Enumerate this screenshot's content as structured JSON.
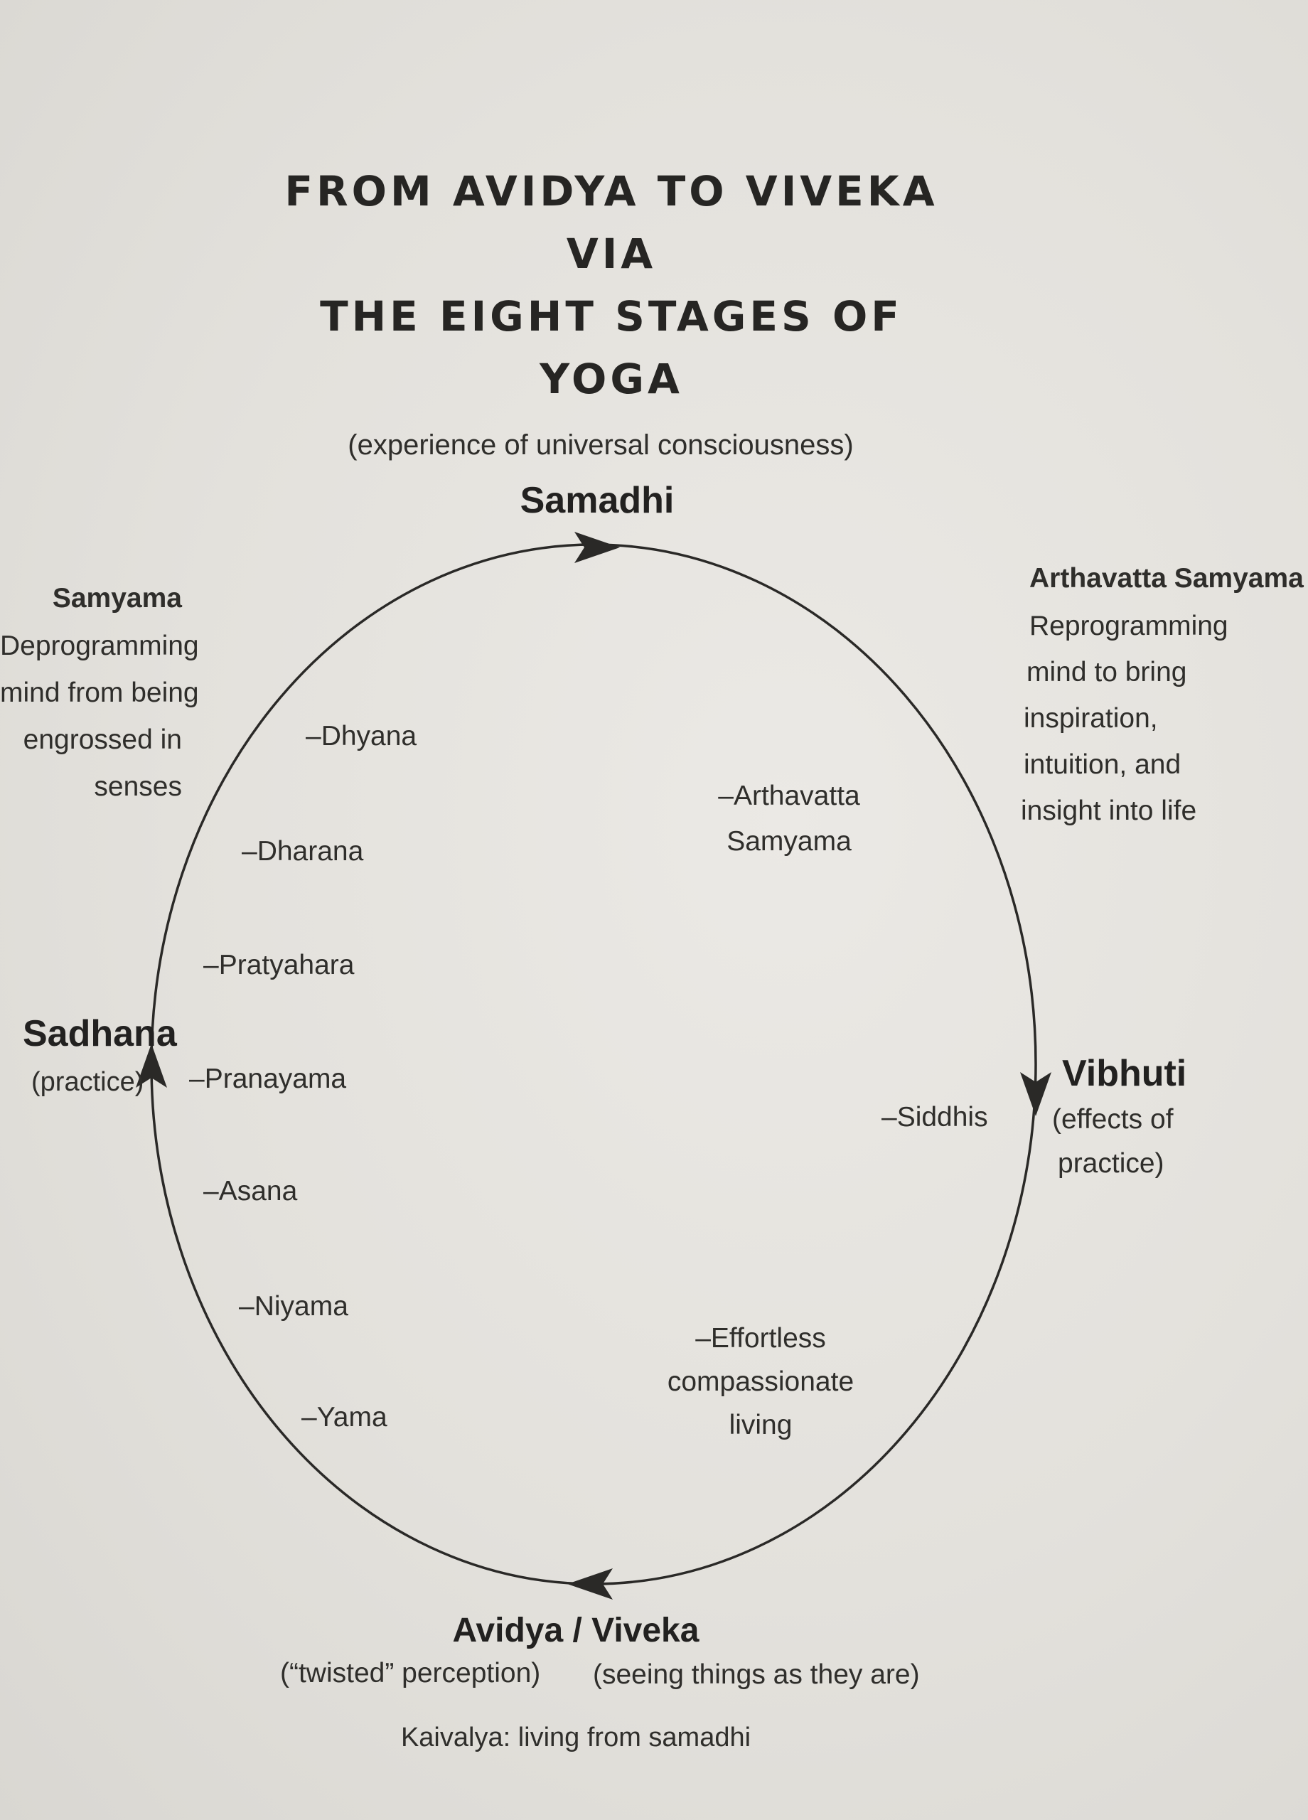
{
  "title": {
    "line1": "FROM AVIDYA TO VIVEKA VIA",
    "line2": "THE EIGHT STAGES OF YOGA"
  },
  "top": {
    "subtitle": "(experience of universal consciousness)",
    "node": "Samadhi"
  },
  "right": {
    "node": "Vibhuti",
    "sub_line1": "(effects of",
    "sub_line2": "practice)"
  },
  "left": {
    "node": "Sadhana",
    "sub": "(practice)"
  },
  "bottom": {
    "node": "Avidya / Viveka",
    "sub_left": "(“twisted” perception)",
    "sub_right": "(seeing things as they are)",
    "footer": "Kaivalya: living from samadhi"
  },
  "samyama_left": {
    "heading": "Samyama",
    "lines": [
      "Deprogramming",
      "mind from being",
      "engrossed in",
      "senses"
    ]
  },
  "samyama_right": {
    "heading": "Arthavatta Samyama",
    "lines": [
      "Reprogramming",
      "mind to bring",
      "inspiration,",
      "intuition, and",
      "insight into life"
    ]
  },
  "inner_left": {
    "dhyana": "–Dhyana",
    "dharana": "–Dharana",
    "pratyahara": "–Pratyahara",
    "pranayama": "–Pranayama",
    "asana": "–Asana",
    "niyama": "–Niyama",
    "yama": "–Yama"
  },
  "inner_right": {
    "arthavatta_line1": "–Arthavatta",
    "arthavatta_line2": "Samyama",
    "siddhis": "–Siddhis",
    "effortless_line1": "–Effortless",
    "effortless_line2": "compassionate",
    "effortless_line3": "living"
  }
}
